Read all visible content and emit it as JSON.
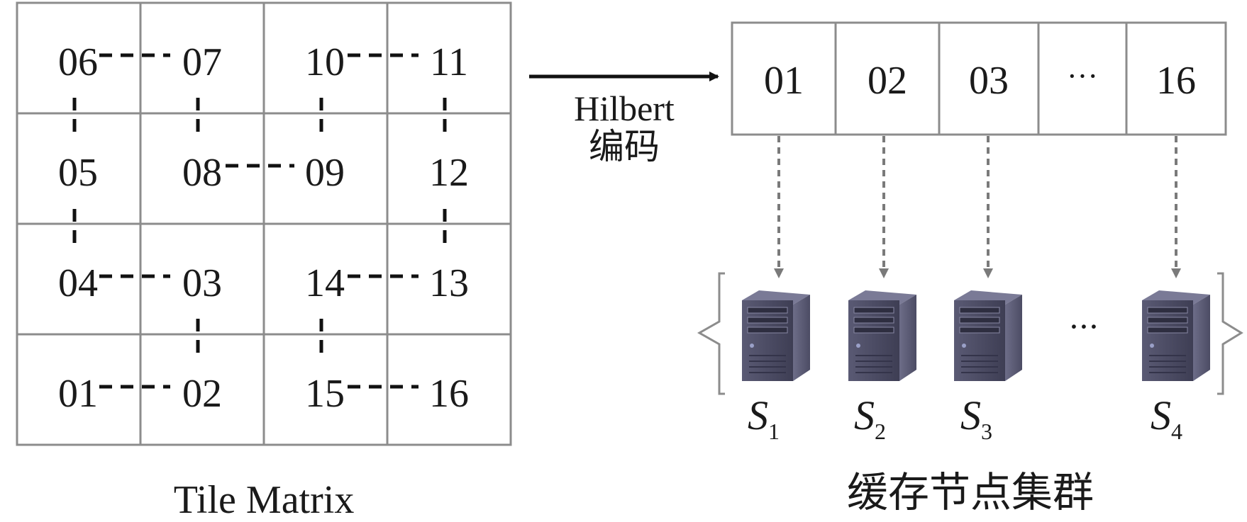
{
  "tile_matrix": {
    "caption": "Tile Matrix",
    "rows": [
      [
        "06",
        "07",
        "10",
        "11"
      ],
      [
        "05",
        "08",
        "09",
        "12"
      ],
      [
        "04",
        "03",
        "14",
        "13"
      ],
      [
        "01",
        "02",
        "15",
        "16"
      ]
    ]
  },
  "encoding": {
    "label_line1": "Hilbert",
    "label_line2": "编码"
  },
  "sequence": {
    "cells": [
      "01",
      "02",
      "03",
      "···",
      "16"
    ]
  },
  "cluster": {
    "caption": "缓存节点集群",
    "ellipsis": "···",
    "servers": [
      {
        "name": "S",
        "sub": "1"
      },
      {
        "name": "S",
        "sub": "2"
      },
      {
        "name": "S",
        "sub": "3"
      },
      {
        "name": "S",
        "sub": "4"
      }
    ]
  },
  "colors": {
    "grid": "#8c8c8c",
    "dashed_path": "#111111",
    "arrow": "#111111",
    "dashed_arrow": "#7a7a7a",
    "server_body": "#4a4a62"
  }
}
